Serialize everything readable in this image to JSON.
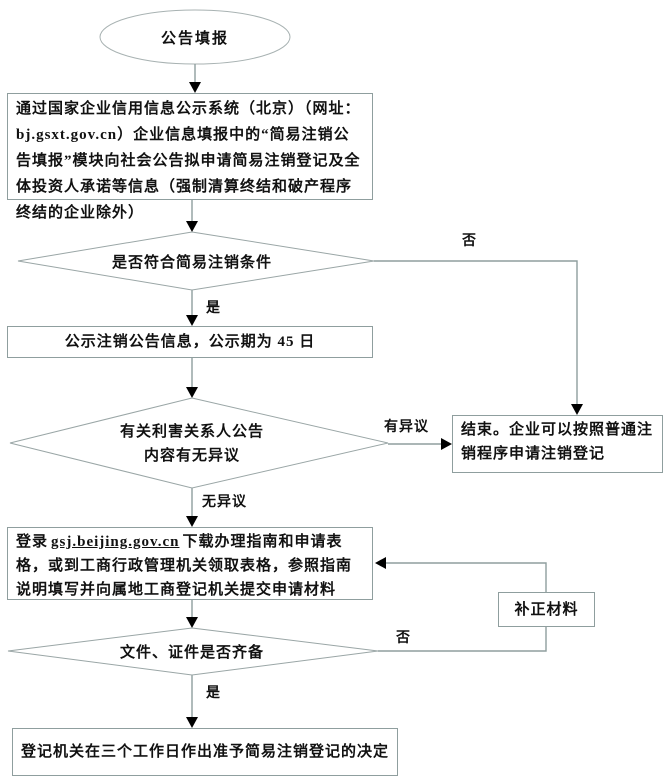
{
  "flowchart": {
    "start": {
      "label": "公告填报"
    },
    "step_filing": {
      "text": "通过国家企业信用信息公示系统（北京）（网址：bj.gsxt.gov.cn）企业信息填报中的“简易注销公告填报”模块向社会公告拟申请简易注销登记及全体投资人承诺等信息（强制清算终结和破产程序终结的企业除外）"
    },
    "decision_eligibility": {
      "label": "是否符合简易注销条件",
      "yes_label": "是",
      "no_label": "否"
    },
    "step_publicity": {
      "text": "公示注销公告信息，公示期为 45 日"
    },
    "decision_objection": {
      "line1": "有关利害关系人公告",
      "line2": "内容有无异议",
      "objection_label": "有异议",
      "no_objection_label": "无异议"
    },
    "step_end": {
      "text": "结束。企业可以按照普通注销程序申请注销登记"
    },
    "step_apply": {
      "prefix": "登录",
      "link": "gsj.beijing.gov.cn",
      "suffix": "下载办理指南和申请表格，或到工商行政管理机关领取表格，参照指南说明填写并向属地工商登记机关提交申请材料"
    },
    "decision_documents": {
      "label": "文件、证件是否齐备",
      "yes_label": "是",
      "no_label": "否"
    },
    "step_supplement": {
      "label": "补正材料"
    },
    "step_decision": {
      "text": "登记机关在三个工作日作出准予简易注销登记的决定"
    }
  },
  "colors": {
    "line": "#8f9e9e",
    "border": "#8f9e9e",
    "arrow": "#000000",
    "text": "#111111",
    "background": "#ffffff"
  }
}
